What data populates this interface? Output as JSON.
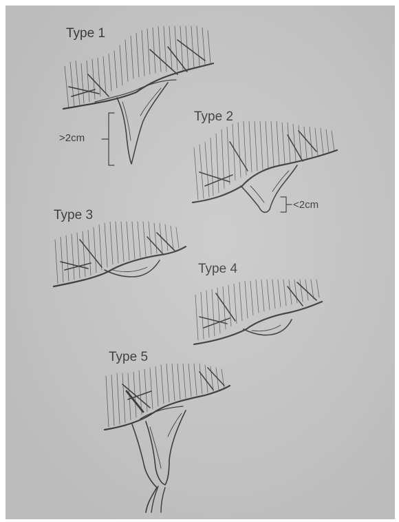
{
  "figure": {
    "type_labels": [
      "Type 1",
      "Type 2",
      "Type 3",
      "Type 4",
      "Type 5"
    ],
    "measurements": {
      "type1": ">2cm",
      "type2": "<2cm"
    }
  },
  "colors": {
    "paper": "#c8c8c8",
    "ink": "#3a3a3a"
  }
}
